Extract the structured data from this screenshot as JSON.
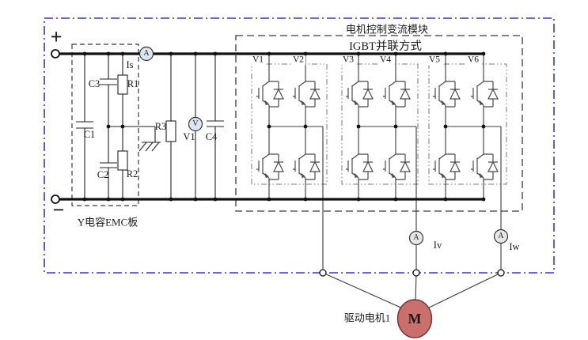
{
  "colors": {
    "boundary_blue": "#3537cd",
    "motor_fill": "#c9706d",
    "motor_stroke": "#703432",
    "meter_fill": "#dce6f3",
    "phase_meter_fill": "#e6e6e6"
  },
  "power": {
    "plus_label": "+",
    "minus_label": "−"
  },
  "emc_board": {
    "title": "Y电容EMC板",
    "c1_label": "C1",
    "c2_label": "C2",
    "c3_label": "C3",
    "r1_label": "R1",
    "r2_label": "R2",
    "is_label": "Is"
  },
  "dc_link": {
    "ammeter_letter": "A",
    "r3_label": "R3",
    "voltmeter_letter": "V",
    "v1_label": "V1",
    "c4_label": "C4"
  },
  "converter": {
    "title": "电机控制变流模块",
    "subtitle": "IGBT并联方式",
    "igbt_labels": [
      "V1",
      "V2",
      "V3",
      "V4",
      "V5",
      "V6"
    ]
  },
  "phase_outputs": {
    "iv_ammeter_letter": "A",
    "iw_ammeter_letter": "A",
    "iv_label": "Iv",
    "iw_label": "Iw"
  },
  "motor": {
    "label": "驱动电机1",
    "letter": "M"
  }
}
